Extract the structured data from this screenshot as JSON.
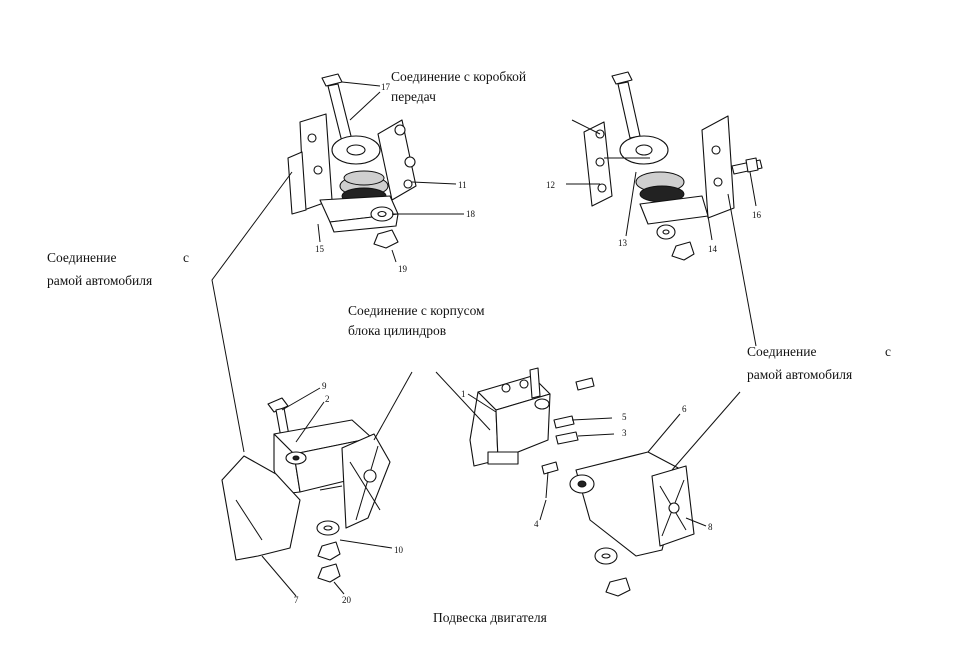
{
  "labels": {
    "gearbox_line1": "Соединение с коробкой",
    "gearbox_line2": "передач",
    "frame_left_word1": "Соединение",
    "frame_left_word2": "с",
    "frame_left_line2": "рамой автомобиля",
    "block_line1": "Соединение с корпусом",
    "block_line2": "блока цилиндров",
    "frame_right_word1": "Соединение",
    "frame_right_word2": "с",
    "frame_right_line2": "рамой автомобиля",
    "title": "Подвеска двигателя"
  },
  "part_numbers": {
    "p1": "1",
    "p2": "2",
    "p3": "3",
    "p4": "4",
    "p5": "5",
    "p6": "6",
    "p7": "7",
    "p8": "8",
    "p9": "9",
    "p10": "10",
    "p11": "11",
    "p12": "12",
    "p13": "13",
    "p14": "14",
    "p15": "15",
    "p16": "16",
    "p17": "17",
    "p18": "18",
    "p19": "19",
    "p20": "20"
  }
}
